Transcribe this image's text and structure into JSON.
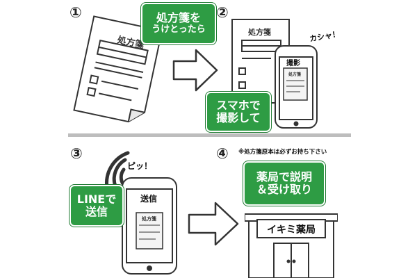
{
  "steps": [
    {
      "number": "①"
    },
    {
      "number": "②",
      "sound": "カシャ！",
      "screen_label": "撮影"
    },
    {
      "number": "③",
      "sound": "ピッ！",
      "screen_label": "送信"
    },
    {
      "number": "④",
      "note": "※処方箋原本は必ずお持ち下さい",
      "store_name": "イキミ薬局"
    }
  ],
  "paper_label": "処方箋",
  "bubbles": {
    "receive": [
      "処方箋を",
      "うけとったら"
    ],
    "photo": [
      "スマホで",
      "撮影して"
    ],
    "line": [
      "LINEで",
      "送信"
    ],
    "explain": [
      "薬局で説明",
      "＆受け取り"
    ]
  },
  "colors": {
    "bubble_green": "#2e9c44",
    "divider": "#bdbdbd",
    "line_art": "#333333"
  }
}
